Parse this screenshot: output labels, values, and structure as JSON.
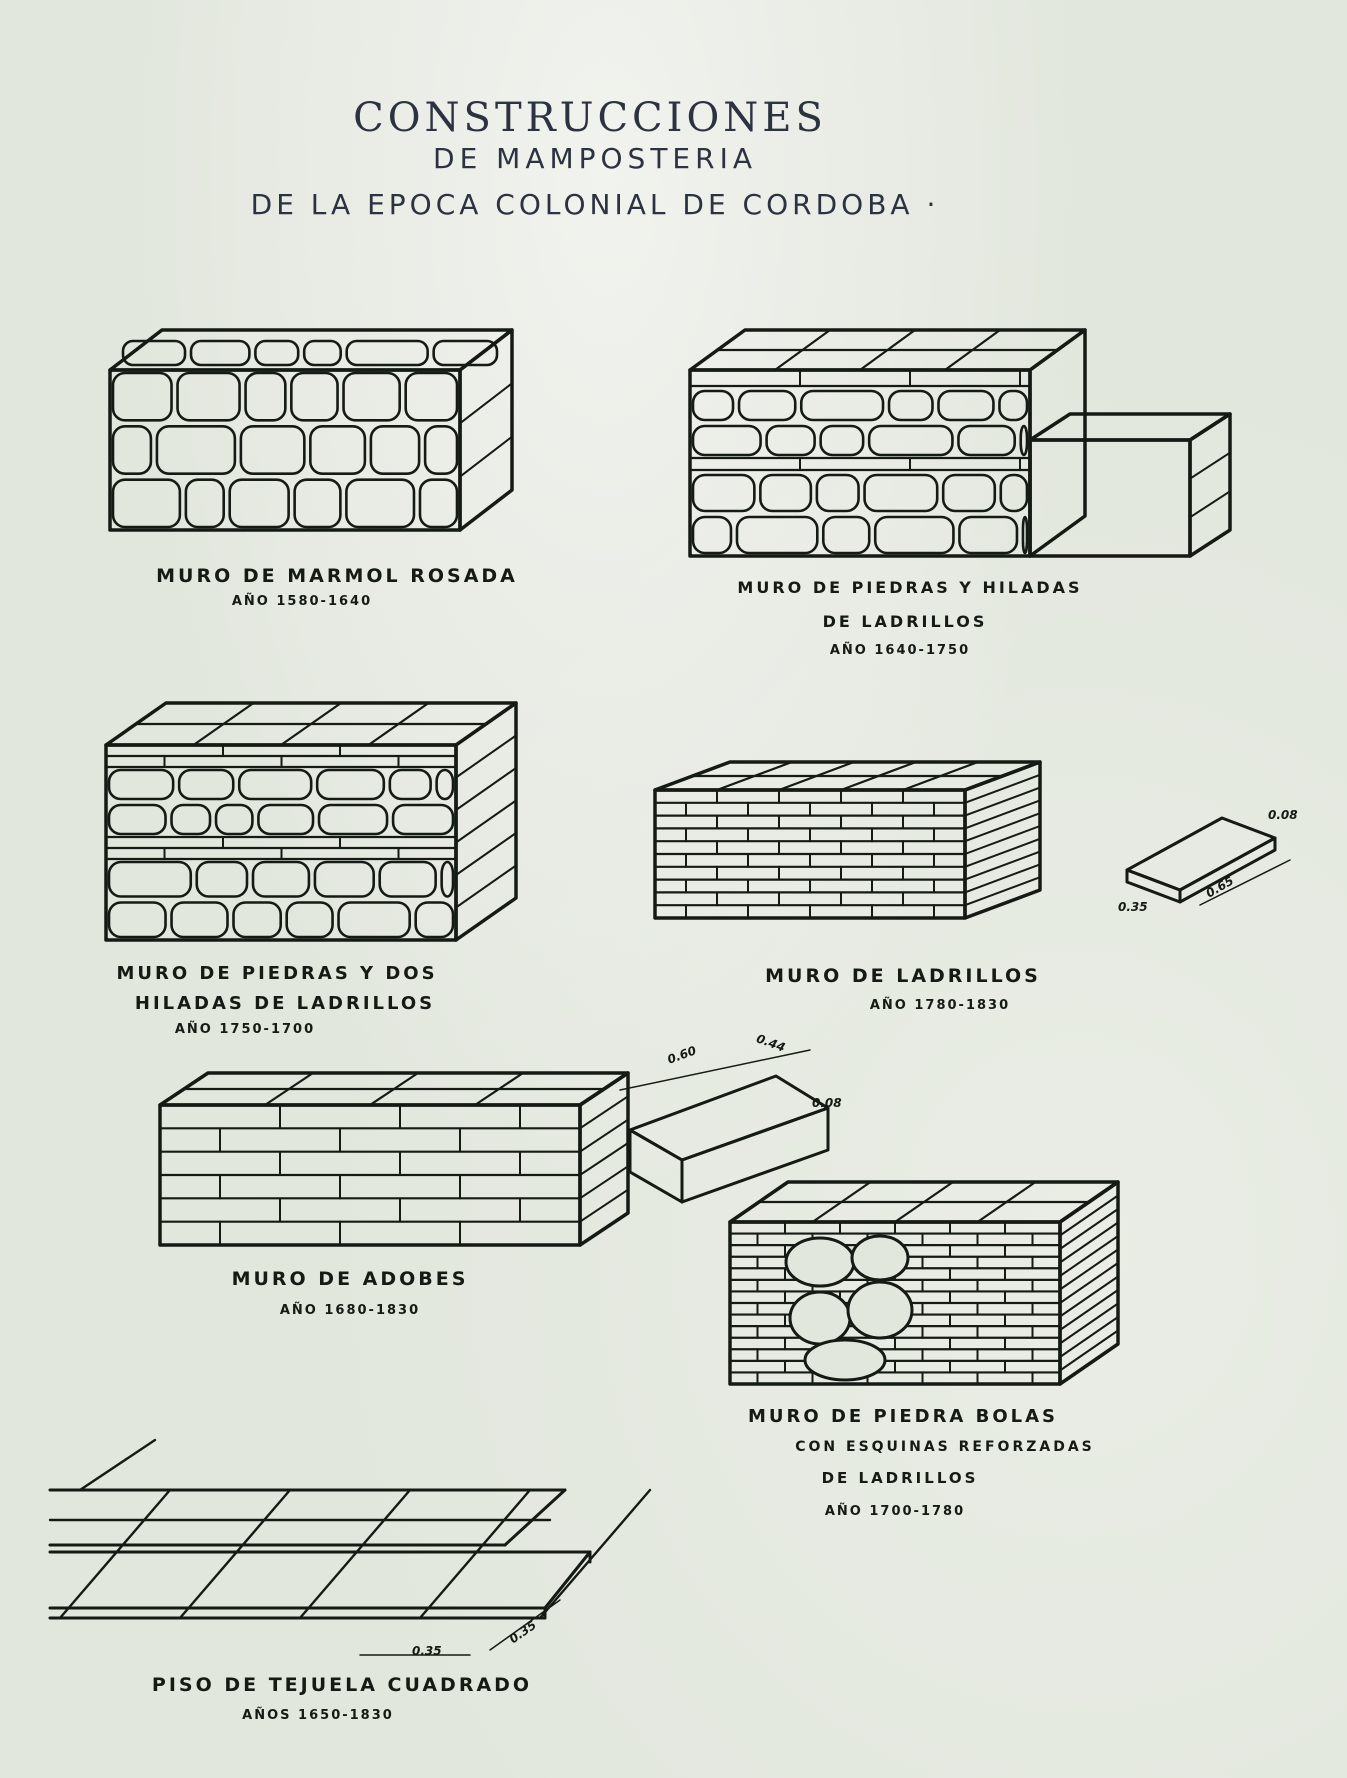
{
  "title": {
    "line1": "Construcciones",
    "line2": "de Mamposteria",
    "line3": "de la Epoca Colonial de Cordoba ·"
  },
  "walls": [
    {
      "caption": [
        "Muro de Marmol Rosada"
      ],
      "year": "Año 1580-1640"
    },
    {
      "caption": [
        "Muro de Piedras y Hiladas",
        "de Ladrillos"
      ],
      "year": "Año 1640-1750"
    },
    {
      "caption": [
        "Muro de Piedras y Dos",
        "Hiladas de Ladrillos"
      ],
      "year": "Año 1750-1700"
    },
    {
      "caption": [
        "Muro de Ladrillos"
      ],
      "year": "Año 1780-1830"
    },
    {
      "caption": [
        "Muro de Adobes"
      ],
      "year": "Año 1680-1830"
    },
    {
      "caption": [
        "Muro de Piedra Bolas",
        "con Esquinas Reforzadas",
        "de Ladrillos"
      ],
      "year": "Año 1700-1780"
    },
    {
      "caption": [
        "Piso de Tejuela Cuadrado"
      ],
      "year": "Años 1650-1830"
    }
  ],
  "dimensions": {
    "brick_small": {
      "width": "0.35",
      "length": "0.65",
      "height": "0.08"
    },
    "adobe": {
      "length": "0.60",
      "width": "0.44",
      "height": "0.08"
    },
    "tile": {
      "side_a": "0.35",
      "side_b": "0.35"
    }
  },
  "colors": {
    "paper": "#e2e7de",
    "ink": "#141a14",
    "title_ink": "#2c3340"
  }
}
